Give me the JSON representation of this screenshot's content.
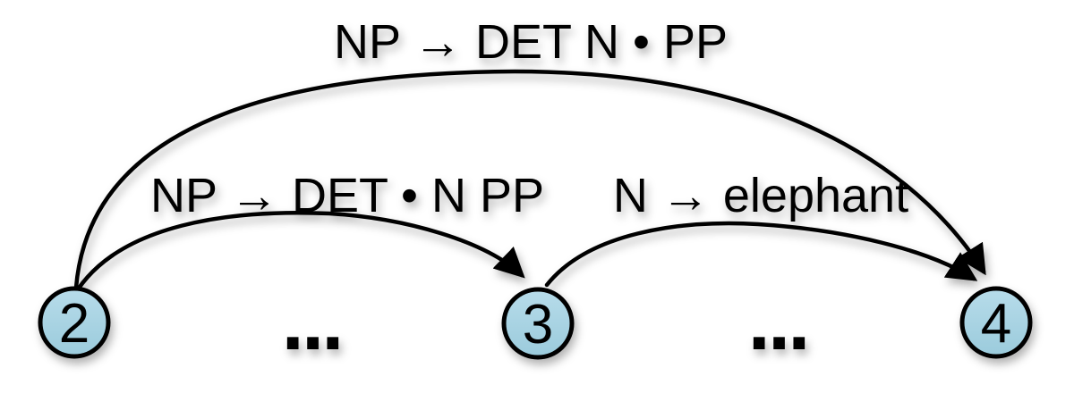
{
  "diagram": {
    "kind": "chart-parser-edge-graph",
    "colors": {
      "background": "#ffffff",
      "node_fill_top": "#b4dbe9",
      "node_fill_bottom": "#9dcddd",
      "node_stroke": "#000000",
      "edge_stroke": "#000000",
      "label_color": "#000000"
    },
    "nodes": [
      {
        "label": "2"
      },
      {
        "label": "3"
      },
      {
        "label": "4"
      }
    ],
    "gaps": [
      {
        "label": "..."
      },
      {
        "label": "..."
      }
    ],
    "edges": [
      {
        "from": "2",
        "to": "4",
        "label": "NP → DET N • PP"
      },
      {
        "from": "2",
        "to": "3",
        "label": "NP → DET • N PP"
      },
      {
        "from": "3",
        "to": "4",
        "label": "N → elephant"
      }
    ]
  }
}
